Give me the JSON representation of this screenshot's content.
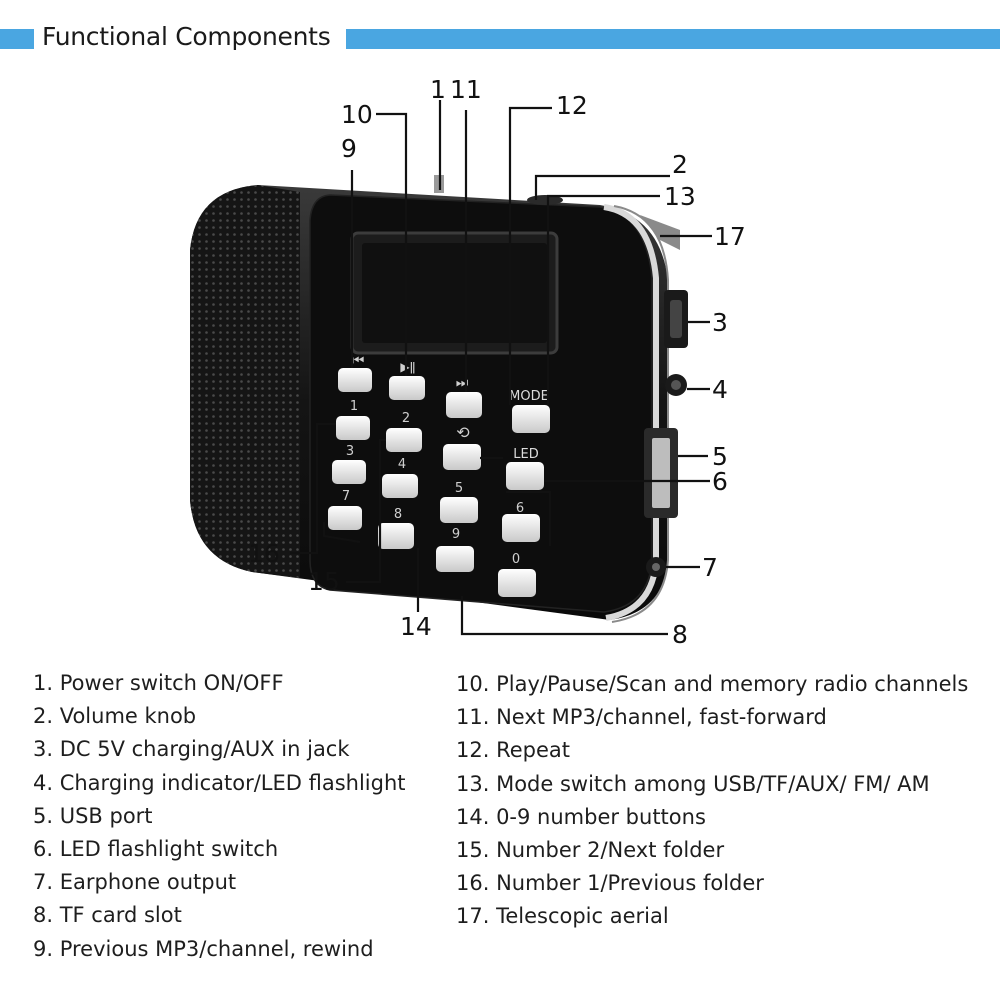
{
  "header": {
    "title": "Functional Components",
    "accent_color": "#4aa6e1"
  },
  "device": {
    "button_labels": {
      "prev": "⏮",
      "playpause": "▶ǁ",
      "next": "⏭",
      "mode": "MODE",
      "repeat": "⟲",
      "led": "LED",
      "n1": "1",
      "n2": "2",
      "n3": "3",
      "n4": "4",
      "n5": "5",
      "n6": "6",
      "n7": "7",
      "n8": "8",
      "n9": "9",
      "n0": "0"
    }
  },
  "callouts": [
    "1",
    "2",
    "3",
    "4",
    "5",
    "6",
    "7",
    "8",
    "9",
    "10",
    "11",
    "12",
    "13",
    "14",
    "15",
    "16",
    "17"
  ],
  "legend_left": [
    "1. Power switch ON/OFF",
    "2. Volume knob",
    "3. DC 5V charging/AUX in jack",
    "4. Charging indicator/LED flashlight",
    "5. USB port",
    "6. LED flashlight switch",
    "7. Earphone output",
    "8. TF card slot",
    "9. Previous MP3/channel, rewind"
  ],
  "legend_right": [
    "10. Play/Pause/Scan and memory radio channels",
    "11. Next MP3/channel, fast-forward",
    "12. Repeat",
    "13. Mode switch among USB/TF/AUX/ FM/ AM",
    "14. 0-9 number buttons",
    "15. Number 2/Next folder",
    "16. Number 1/Previous folder",
    "17. Telescopic aerial"
  ]
}
